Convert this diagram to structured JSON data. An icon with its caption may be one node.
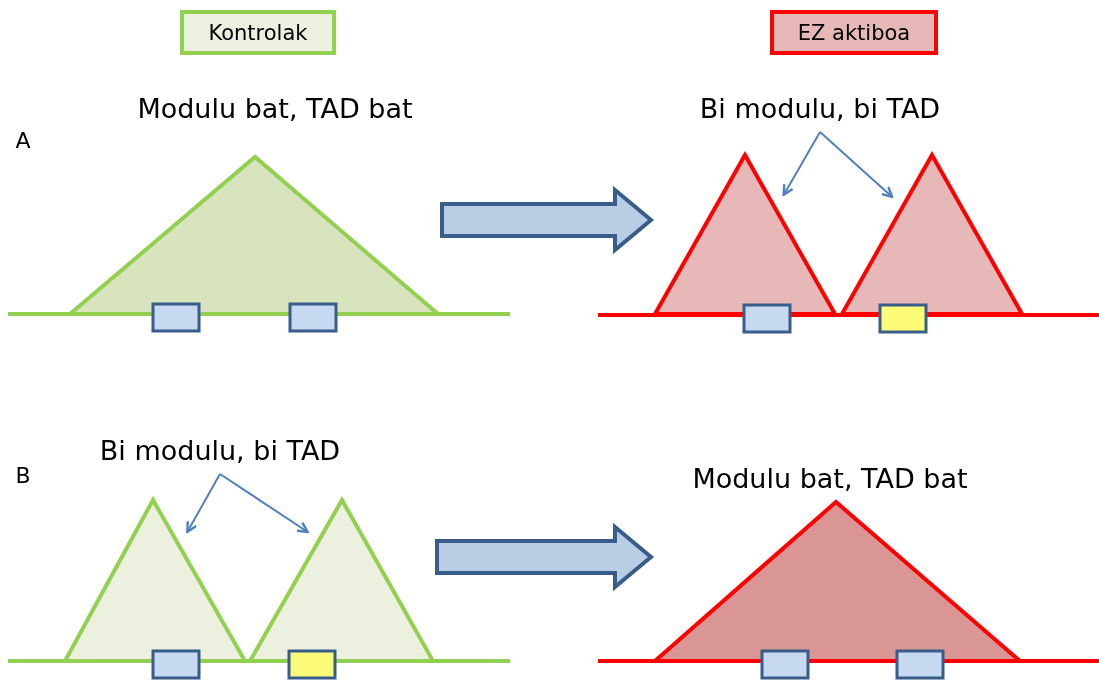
{
  "diagram": {
    "nodes": [
      {
        "text": [
          "Kontrolak"
        ]
      },
      {
        "text": [
          "EZ aktiboa"
        ]
      },
      {
        "text": [
          "Bi modulu, bi TAD"
        ]
      },
      {
        "text": [],
        "shape": "triangle"
      },
      {
        "text": [],
        "shape": "triangle"
      },
      {
        "text": [],
        "shape": "triangle"
      },
      {
        "text": [
          "Bi modulu, bi TAD"
        ]
      },
      {
        "text": [],
        "shape": "triangle"
      },
      {
        "text": [],
        "shape": "triangle"
      },
      {
        "text": [],
        "shape": "triangle"
      }
    ],
    "edges": [
      {
        "from": 2,
        "to": 4,
        "arrow": "to"
      },
      {
        "from": 2,
        "to": 5,
        "arrow": "to"
      },
      {
        "from": 3,
        "to": 4,
        "arrow": "to",
        "style": "thick"
      },
      {
        "from": 6,
        "to": 7,
        "arrow": "to"
      },
      {
        "from": 6,
        "to": 8,
        "arrow": "to"
      },
      {
        "from": 8,
        "to": 9,
        "arrow": "to",
        "style": "thick"
      }
    ],
    "labels": [
      "Modulu bat, TAD bat",
      "A",
      "B",
      "Modulu bat, TAD bat"
    ]
  }
}
